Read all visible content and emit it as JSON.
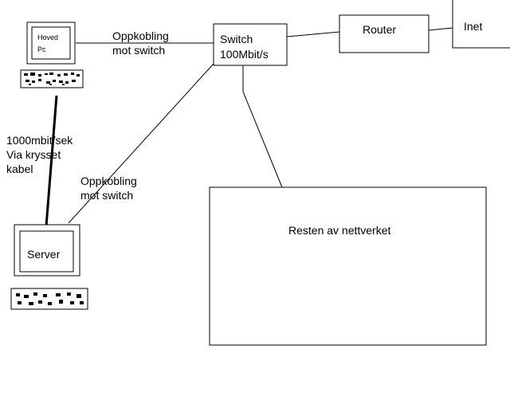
{
  "nodes": {
    "hoved_pc": {
      "line1": "Hoved",
      "line2": "Pc"
    },
    "server": {
      "label": "Server"
    },
    "switch": {
      "line1": "Switch",
      "line2": "100Mbit/s"
    },
    "router": {
      "label": "Router"
    },
    "inet": {
      "label": "Inet"
    },
    "rest": {
      "label": "Resten av nettverket"
    }
  },
  "links": {
    "pc_switch": {
      "line1": "Oppkobling",
      "line2": "mot switch"
    },
    "server_switch": {
      "line1": "Oppkobling",
      "line2": "mot switch"
    },
    "pc_server": {
      "line1": "1000mbit/sek",
      "line2": "Via krysset",
      "line3": "kabel"
    }
  },
  "colors": {
    "stroke": "#000000",
    "background": "#ffffff"
  }
}
